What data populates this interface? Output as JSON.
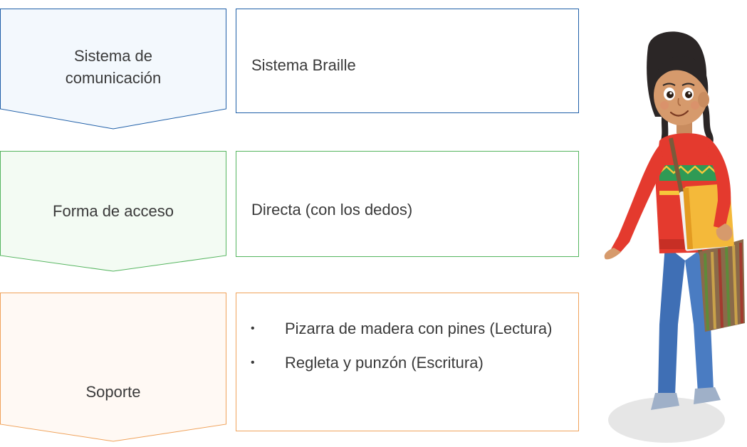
{
  "rows": [
    {
      "label": "Sistema de\ncomunicación",
      "content": "Sistema Braille",
      "colors": {
        "border": "#1f5fa8",
        "fill": "#f3f8fd"
      }
    },
    {
      "label": "Forma de acceso",
      "content": "Directa (con los dedos)",
      "colors": {
        "border": "#55b55f",
        "fill": "#f3fbf3"
      }
    },
    {
      "label": "Soporte",
      "bullets": [
        "Pizarra de madera con pines (Lectura)",
        "Regleta y punzón (Escritura)"
      ],
      "colors": {
        "border": "#f0a25a",
        "fill": "#fff9f4"
      }
    }
  ],
  "bullet_symbol": "•",
  "illustration": "girl-student-illustration"
}
